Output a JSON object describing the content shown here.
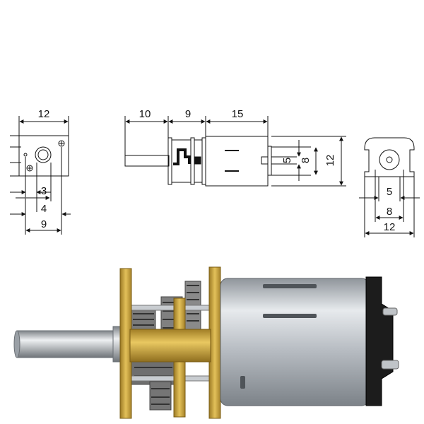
{
  "front_view": {
    "width_label": "12",
    "dim_a": "3",
    "dim_b": "4",
    "dim_c": "9"
  },
  "side_view": {
    "shaft_length": "10",
    "gearbox_length": "9",
    "motor_length": "15",
    "dim_inner": "5",
    "dim_mid": "8",
    "dim_outer": "12"
  },
  "back_view": {
    "dim_inner": "5",
    "dim_mid": "8",
    "dim_outer": "12"
  },
  "colors": {
    "line": "#111111",
    "brass": "#c9a23a",
    "steel": "#b9bec4",
    "gear": "#6e6e6e",
    "cap": "#1c1c1c"
  }
}
